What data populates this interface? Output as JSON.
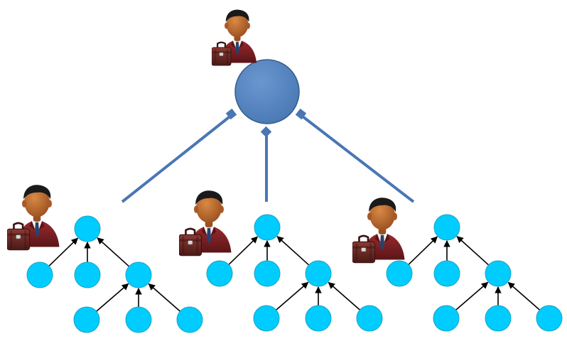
{
  "diagram": {
    "colors": {
      "root_fill": "#4f81bd",
      "root_stroke": "#385d8a",
      "connector": "#4a77b4",
      "node_fill": "#00ccff",
      "node_stroke": "#1aa3c4",
      "edge": "#000000",
      "suit": "#7a1f22",
      "suit_dark": "#4e1214",
      "skin": "#b8682c",
      "hair": "#1a1a1a",
      "briefcase": "#6b2a25",
      "tie": "#2b3f6b",
      "shirt": "#f4f4f4"
    },
    "icons": {
      "person": "businessman-with-briefcase-icon",
      "root_node": "network-hub-circle"
    },
    "groups": [
      {
        "name": "left"
      },
      {
        "name": "center"
      },
      {
        "name": "right"
      }
    ]
  }
}
